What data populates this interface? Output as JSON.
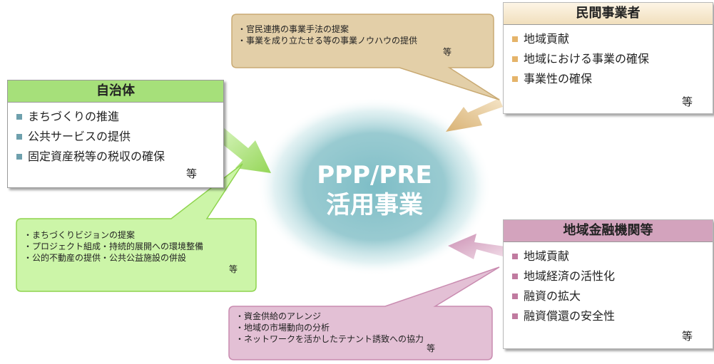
{
  "center": {
    "line1": "PPP/PRE",
    "line2": "活用事業"
  },
  "etc_label": "等",
  "municipality": {
    "title": "自治体",
    "items": [
      "まちづくりの推進",
      "公共サービスの提供",
      "固定資産税等の税収の確保"
    ],
    "bubble": [
      "・まちづくりビジョンの提案",
      "・プロジェクト組成・持続的展開への環境整備",
      "・公的不動産の提供・公共公益施設の併設"
    ]
  },
  "private": {
    "title": "民間事業者",
    "items": [
      "地域貢献",
      "地域における事業の確保",
      "事業性の確保"
    ],
    "bubble": [
      "・官民連携の事業手法の提案",
      "・事業を成り立たせる等の事業ノウハウの提供"
    ]
  },
  "finance": {
    "title": "地域金融機関等",
    "items": [
      "地域貢献",
      "地域経済の活性化",
      "融資の拡大",
      "融資償還の安全性"
    ],
    "bubble": [
      "・資金供給のアレンジ",
      "・地域の市場動向の分析",
      "・ネットワークを活かしたテナント誘致への協力"
    ]
  },
  "colors": {
    "municipality_head": "#a6e07a",
    "municipality_bullet": "#6ea0ad",
    "municipality_bubble": "#ccf5a8",
    "private_bullet": "#e5b46a",
    "private_bubble": "#e3cfa8",
    "finance_head": "#d3a3bd",
    "finance_bullet": "#c07ba0",
    "finance_bubble": "#e3c0d5",
    "center_glow": "#8ec5cc"
  }
}
